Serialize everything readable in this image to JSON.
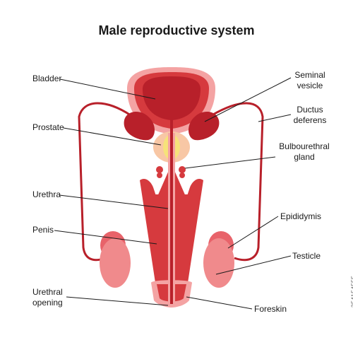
{
  "title": "Male reproductive system",
  "labels": {
    "bladder": "Bladder",
    "prostate": "Prostate",
    "urethra": "Urethra",
    "penis": "Penis",
    "urethral_opening_1": "Urethral",
    "urethral_opening_2": "opening",
    "seminal_vesicle_1": "Seminal",
    "seminal_vesicle_2": "vesicle",
    "ductus_deferens_1": "Ductus",
    "ductus_deferens_2": "deferens",
    "bulbourethral_1": "Bulbourethral",
    "bulbourethral_2": "gland",
    "epididymis": "Epididymis",
    "testicle": "Testicle",
    "foreskin": "Foreskin"
  },
  "watermark": "354154555",
  "colors": {
    "dark_red": "#b8202a",
    "muscle_red": "#d63a3e",
    "light_pink": "#f4a3a3",
    "pale_pink": "#f7c0bd",
    "testicle_pink": "#f08a8c",
    "testicle_dark": "#e8636a",
    "prostate_yellow": "#f6e27a",
    "prostate_peach": "#f8c7a5",
    "line": "#1a1a1a"
  }
}
